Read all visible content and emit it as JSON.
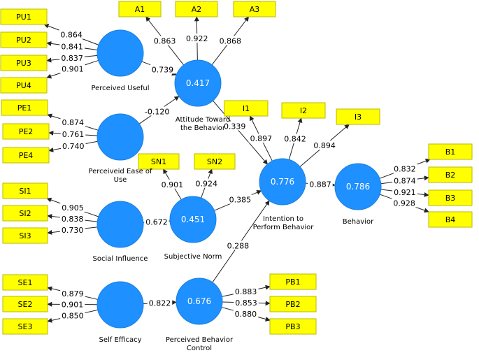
{
  "latent_variables": [
    {
      "id": "pu",
      "value": "",
      "label_lines": [
        "Perceived Useful"
      ]
    },
    {
      "id": "pe",
      "value": "",
      "label_lines": [
        "Perceiveid Ease of",
        "Use"
      ]
    },
    {
      "id": "si",
      "value": "",
      "label_lines": [
        "Social Influence"
      ]
    },
    {
      "id": "se",
      "value": "",
      "label_lines": [
        "Self Efficacy"
      ]
    },
    {
      "id": "att",
      "value": "0.417",
      "label_lines": [
        "Attitude Toward",
        "the Behavior"
      ]
    },
    {
      "id": "sn",
      "value": "0.451",
      "label_lines": [
        "Subjective Norm"
      ]
    },
    {
      "id": "pbc",
      "value": "0.676",
      "label_lines": [
        "Perceived Behavior",
        "Control"
      ]
    },
    {
      "id": "int",
      "value": "0.776",
      "label_lines": [
        "Intention to",
        "Perform Behavior"
      ]
    },
    {
      "id": "beh",
      "value": "0.786",
      "label_lines": [
        "Behavior"
      ]
    }
  ],
  "indicators": [
    {
      "id": "PU1",
      "label": "PU1",
      "lv": "pu",
      "loading": "0.864"
    },
    {
      "id": "PU2",
      "label": "PU2",
      "lv": "pu",
      "loading": "0.841"
    },
    {
      "id": "PU3",
      "label": "PU3",
      "lv": "pu",
      "loading": "0.837"
    },
    {
      "id": "PU4",
      "label": "PU4",
      "lv": "pu",
      "loading": "0.901"
    },
    {
      "id": "PE1",
      "label": "PE1",
      "lv": "pe",
      "loading": "0.874"
    },
    {
      "id": "PE2",
      "label": "PE2",
      "lv": "pe",
      "loading": "0.761"
    },
    {
      "id": "PE4",
      "label": "PE4",
      "lv": "pe",
      "loading": "0.740"
    },
    {
      "id": "SI1",
      "label": "SI1",
      "lv": "si",
      "loading": "0.905"
    },
    {
      "id": "SI2",
      "label": "SI2",
      "lv": "si",
      "loading": "0.838"
    },
    {
      "id": "SI3",
      "label": "SI3",
      "lv": "si",
      "loading": "0.730"
    },
    {
      "id": "SE1",
      "label": "SE1",
      "lv": "se",
      "loading": "0.879"
    },
    {
      "id": "SE2",
      "label": "SE2",
      "lv": "se",
      "loading": "0.901"
    },
    {
      "id": "SE3",
      "label": "SE3",
      "lv": "se",
      "loading": "0.850"
    },
    {
      "id": "A1",
      "label": "A1",
      "lv": "att",
      "loading": "0.863"
    },
    {
      "id": "A2",
      "label": "A2",
      "lv": "att",
      "loading": "0.922"
    },
    {
      "id": "A3",
      "label": "A3",
      "lv": "att",
      "loading": "0.868"
    },
    {
      "id": "SN1",
      "label": "SN1",
      "lv": "sn",
      "loading": "0.901"
    },
    {
      "id": "SN2",
      "label": "SN2",
      "lv": "sn",
      "loading": "0.924"
    },
    {
      "id": "I1",
      "label": "I1",
      "lv": "int",
      "loading": "0.897"
    },
    {
      "id": "I2",
      "label": "I2",
      "lv": "int",
      "loading": "0.842"
    },
    {
      "id": "I3",
      "label": "I3",
      "lv": "int",
      "loading": "0.894"
    },
    {
      "id": "B1",
      "label": "B1",
      "lv": "beh",
      "loading": "0.832"
    },
    {
      "id": "B2",
      "label": "B2",
      "lv": "beh",
      "loading": "0.874"
    },
    {
      "id": "B3",
      "label": "B3",
      "lv": "beh",
      "loading": "0.921"
    },
    {
      "id": "B4",
      "label": "B4",
      "lv": "beh",
      "loading": "0.928"
    },
    {
      "id": "PB1",
      "label": "PB1",
      "lv": "pbc",
      "loading": "0.883"
    },
    {
      "id": "PB2",
      "label": "PB2",
      "lv": "pbc",
      "loading": "0.853"
    },
    {
      "id": "PB3",
      "label": "PB3",
      "lv": "pbc",
      "loading": "0.880"
    }
  ],
  "paths": [
    {
      "from": "pu",
      "to": "att",
      "coef": "0.739"
    },
    {
      "from": "pe",
      "to": "att",
      "coef": "-0.120"
    },
    {
      "from": "att",
      "to": "int",
      "coef": "0.339"
    },
    {
      "from": "si",
      "to": "sn",
      "coef": "0.672"
    },
    {
      "from": "sn",
      "to": "int",
      "coef": "0.385"
    },
    {
      "from": "se",
      "to": "pbc",
      "coef": "0.822"
    },
    {
      "from": "pbc",
      "to": "int",
      "coef": "0.288"
    },
    {
      "from": "int",
      "to": "beh",
      "coef": "0.887"
    }
  ],
  "colors": {
    "latent_fill": "#1e90ff",
    "indicator_fill": "#ffff00",
    "line": "#222222"
  }
}
